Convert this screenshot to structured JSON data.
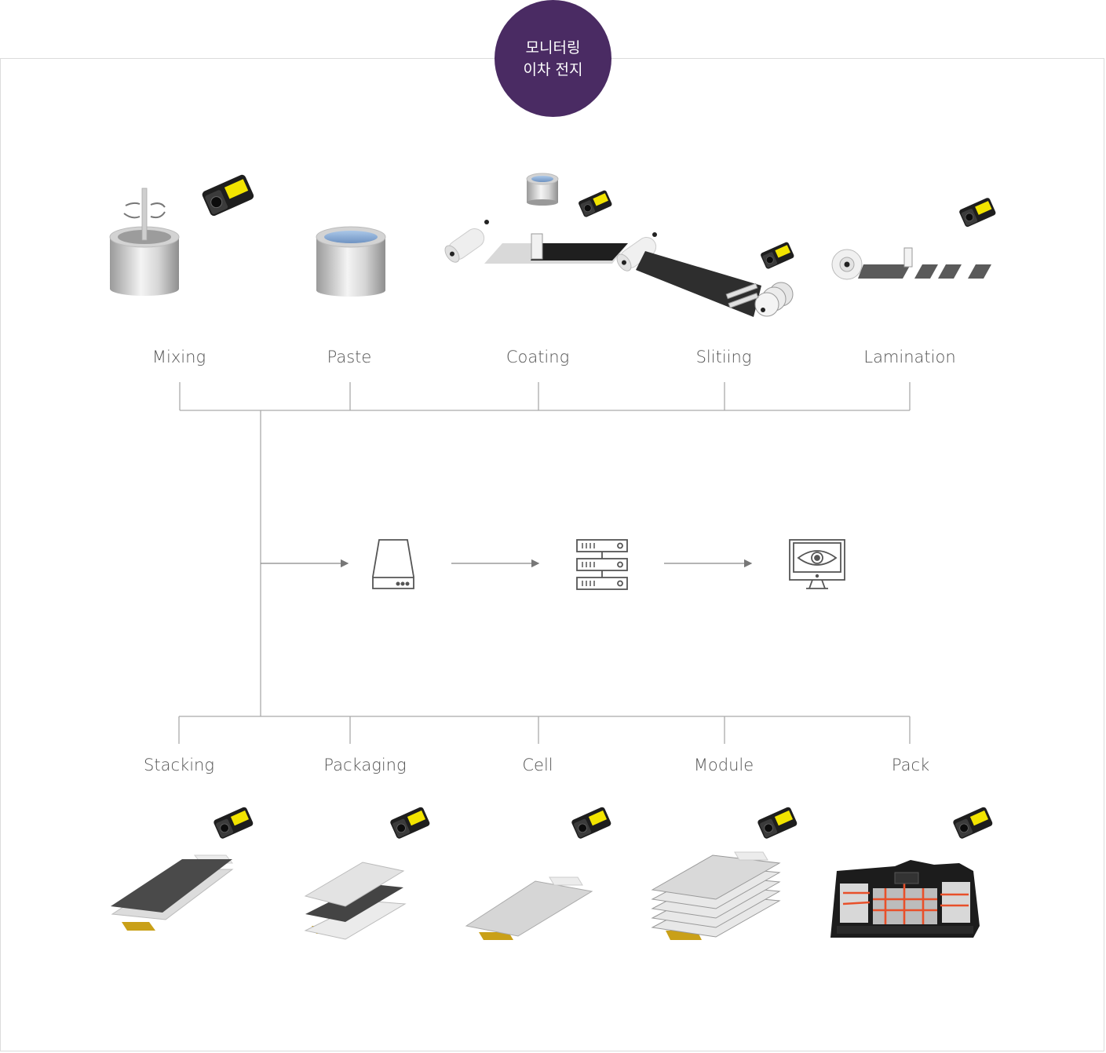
{
  "badge": {
    "line1": "모니터링",
    "line2": "이차 전지"
  },
  "top_stages": [
    "Mixing",
    "Paste",
    "Coating",
    "Slitiing",
    "Lamination"
  ],
  "bottom_stages": [
    "Stacking",
    "Packaging",
    "Cell",
    "Module",
    "Pack"
  ],
  "pipeline_icons": [
    "storage-drive-icon",
    "server-rack-icon",
    "monitor-eye-icon"
  ],
  "colors": {
    "badge": "#4a2b63",
    "camera_accent": "#f2e400",
    "pack_wiring": "#e8502a",
    "tab": "#c9a018"
  }
}
